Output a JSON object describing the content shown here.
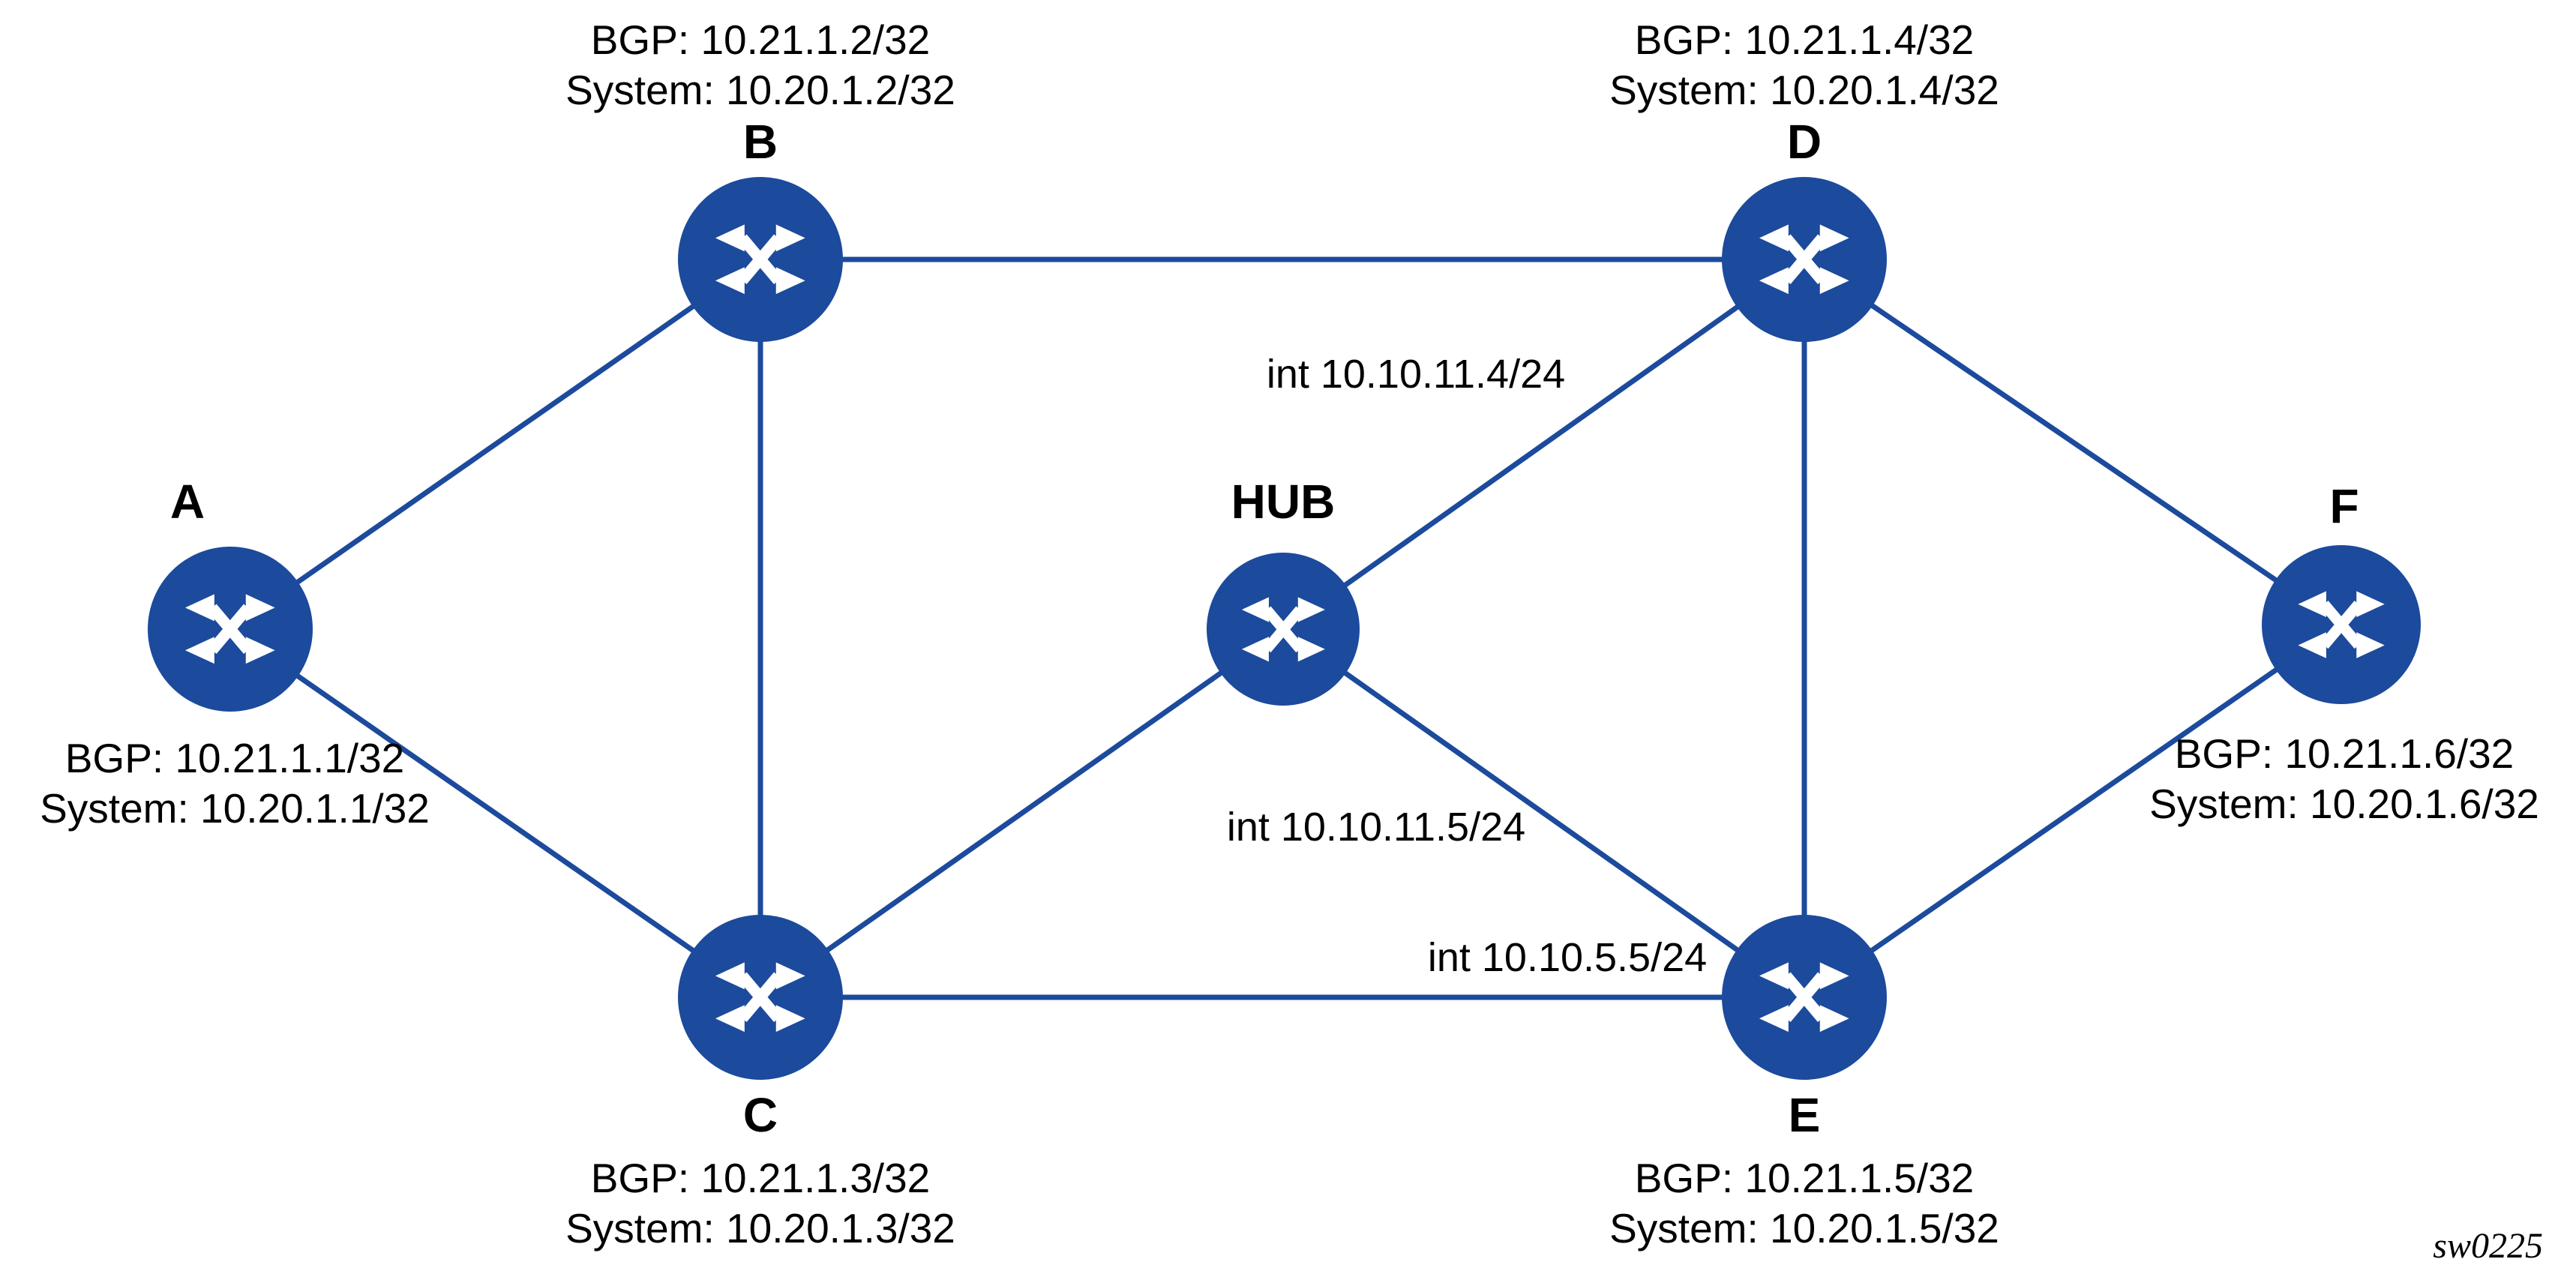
{
  "diagram": {
    "watermark": "sw0225",
    "colors": {
      "primary": "#1c4a9c",
      "text": "#000000",
      "background": "#ffffff"
    },
    "nodes": [
      {
        "id": "A",
        "label": "A",
        "bgp": "BGP: 10.21.1.1/32",
        "system": "System: 10.20.1.1/32"
      },
      {
        "id": "B",
        "label": "B",
        "bgp": "BGP: 10.21.1.2/32",
        "system": "System: 10.20.1.2/32"
      },
      {
        "id": "C",
        "label": "C",
        "bgp": "BGP: 10.21.1.3/32",
        "system": "System: 10.20.1.3/32"
      },
      {
        "id": "D",
        "label": "D",
        "bgp": "BGP: 10.21.1.4/32",
        "system": "System: 10.20.1.4/32"
      },
      {
        "id": "E",
        "label": "E",
        "bgp": "BGP: 10.21.1.5/32",
        "system": "System: 10.20.1.5/32"
      },
      {
        "id": "F",
        "label": "F",
        "bgp": "BGP: 10.21.1.6/32",
        "system": "System: 10.20.1.6/32"
      },
      {
        "id": "HUB",
        "label": "HUB"
      }
    ],
    "edges": [
      "A-B",
      "A-C",
      "B-C",
      "B-D",
      "C-HUB",
      "C-E",
      "HUB-D",
      "HUB-E",
      "D-E",
      "D-F",
      "E-F"
    ],
    "interface_labels": [
      {
        "text": "int 10.10.11.4/24",
        "edge": "HUB-D"
      },
      {
        "text": "int 10.10.11.5/24",
        "edge": "HUB-E"
      },
      {
        "text": "int 10.10.5.5/24",
        "edge": "C-E"
      }
    ]
  }
}
